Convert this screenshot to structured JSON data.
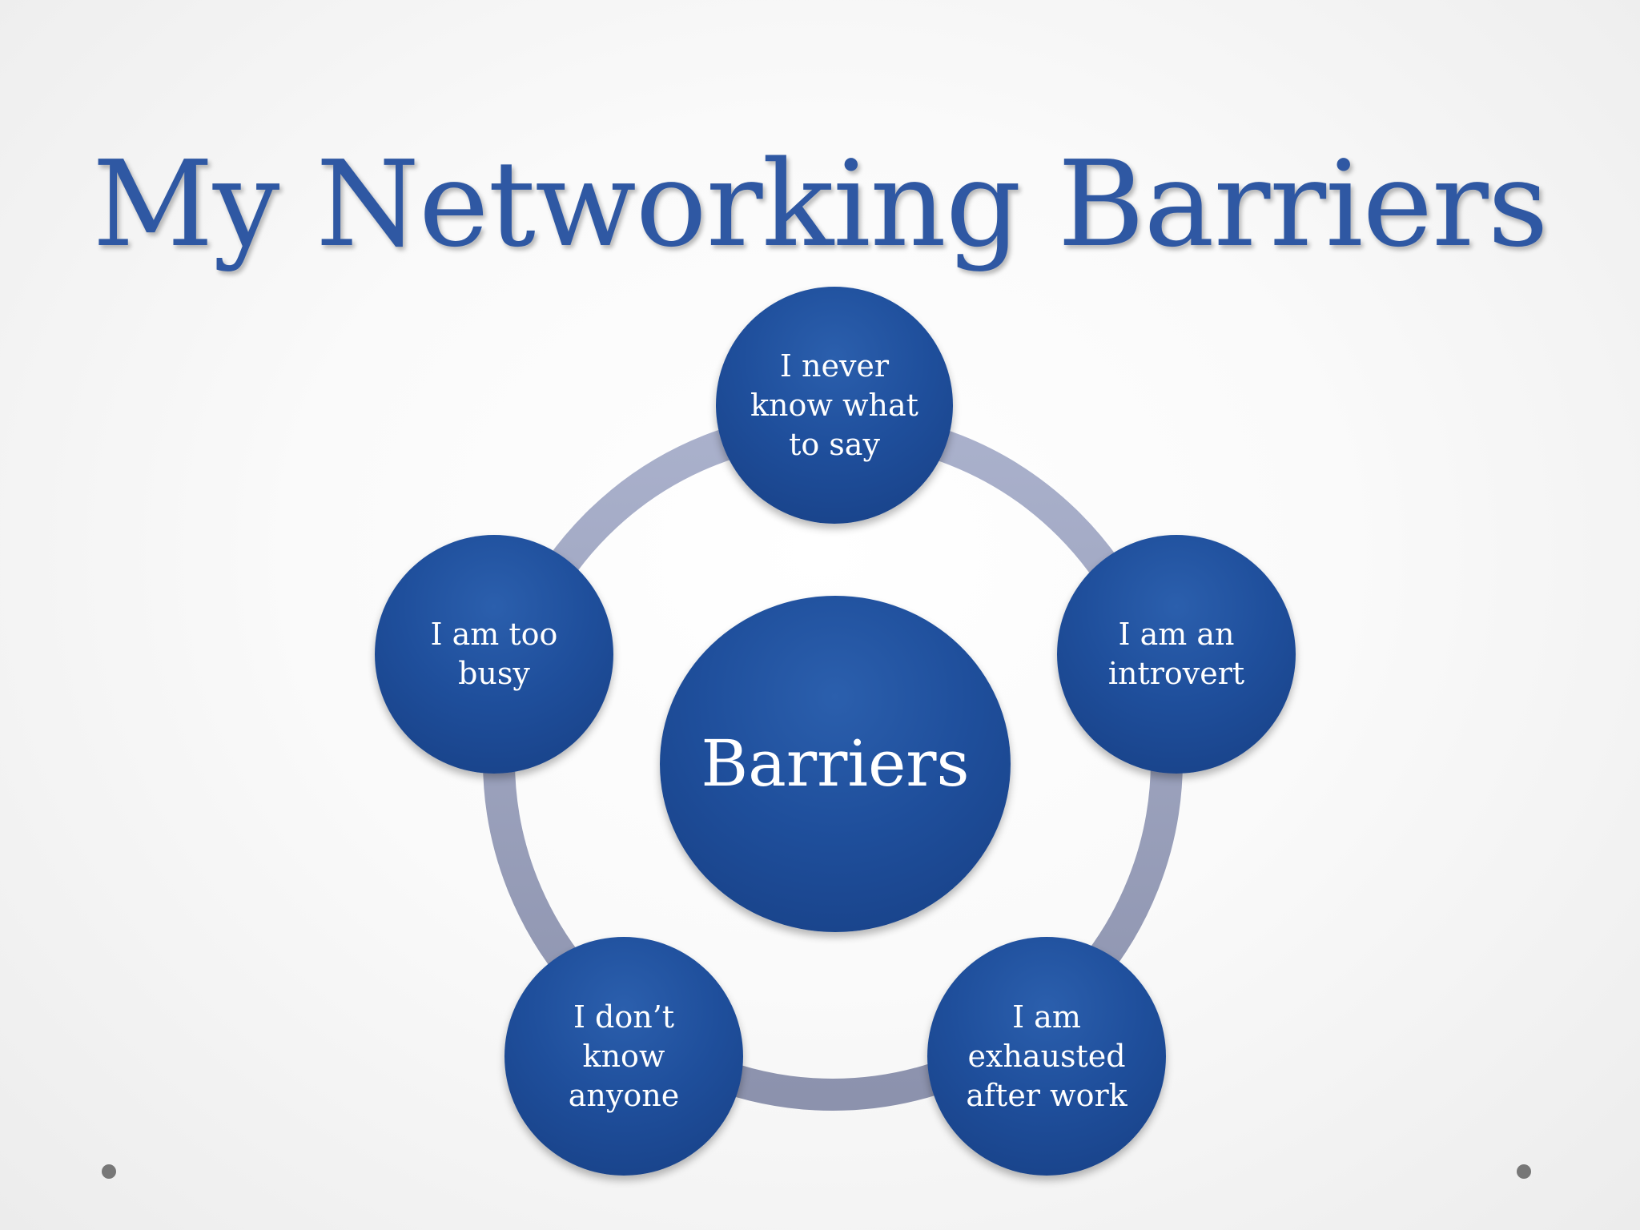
{
  "slide": {
    "title": "My Networking Barriers",
    "ring_color": "#9fa7c3",
    "node_color": "#1f4f9c",
    "title_color": "#2f58a3"
  },
  "diagram": {
    "center": "Barriers",
    "nodes": [
      {
        "text": "I never\nknow what\nto say"
      },
      {
        "text": "I am an\nintrovert"
      },
      {
        "text": "I am\nexhausted\nafter work"
      },
      {
        "text": "I don’t\nknow\nanyone"
      },
      {
        "text": "I am too\nbusy"
      }
    ]
  }
}
